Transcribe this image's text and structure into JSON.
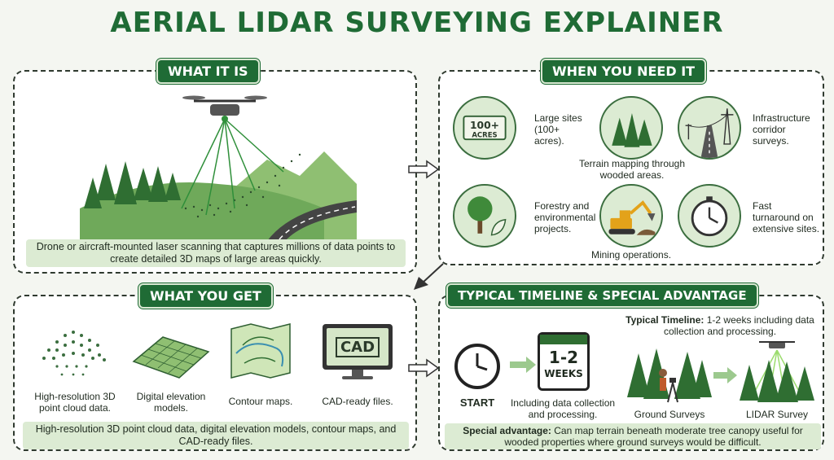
{
  "title": "AERIAL LIDAR SURVEYING EXPLAINER",
  "what_it_is": {
    "header": "WHAT IT IS",
    "caption": "Drone or aircraft-mounted laser scanning that captures millions of data points to create detailed 3D maps of large areas quickly."
  },
  "when_you_need_it": {
    "header": "WHEN YOU NEED IT",
    "items": [
      {
        "label": "Large sites (100+ acres).",
        "icon": "acres-badge-icon",
        "badge_top": "100+",
        "badge_bottom": "ACRES"
      },
      {
        "label": "Terrain mapping through wooded areas.",
        "icon": "forest-icon"
      },
      {
        "label": "Infrastructure corridor surveys.",
        "icon": "road-power-line-icon"
      },
      {
        "label": "Forestry and environmental projects.",
        "icon": "tree-leaf-icon"
      },
      {
        "label": "Mining operations.",
        "icon": "excavator-icon"
      },
      {
        "label": "Fast turnaround on extensive sites.",
        "icon": "stopwatch-icon"
      }
    ]
  },
  "what_you_get": {
    "header": "WHAT YOU GET",
    "items": [
      {
        "label": "High-resolution 3D point cloud data.",
        "icon": "point-cloud-icon"
      },
      {
        "label": "Digital elevation models.",
        "icon": "elevation-mesh-icon"
      },
      {
        "label": "Contour maps.",
        "icon": "contour-map-icon"
      },
      {
        "label": "CAD-ready files.",
        "icon": "cad-monitor-icon",
        "screen_text": "CAD"
      }
    ],
    "caption": "High-resolution 3D point cloud data, digital elevation models, contour maps, and CAD-ready files."
  },
  "timeline": {
    "header": "TYPICAL TIMELINE & SPECIAL ADVANTAGE",
    "timeline_bold": "Typical Timeline:",
    "timeline_text": "1-2 weeks including data collection and processing.",
    "start_label": "START",
    "calendar_top": "1-2",
    "calendar_bottom": "WEEKS",
    "calendar_label": "Including data collection and processing.",
    "ground_label": "Ground Surveys",
    "lidar_label": "LIDAR Survey",
    "advantage_bold": "Special advantage:",
    "advantage_text": "Can map terrain beneath moderate tree canopy useful for wooded properties where ground surveys would be difficult."
  },
  "colors": {
    "brand_green": "#1f6b35",
    "light_green": "#dcebd3",
    "laser_green": "#2f8f3a"
  }
}
